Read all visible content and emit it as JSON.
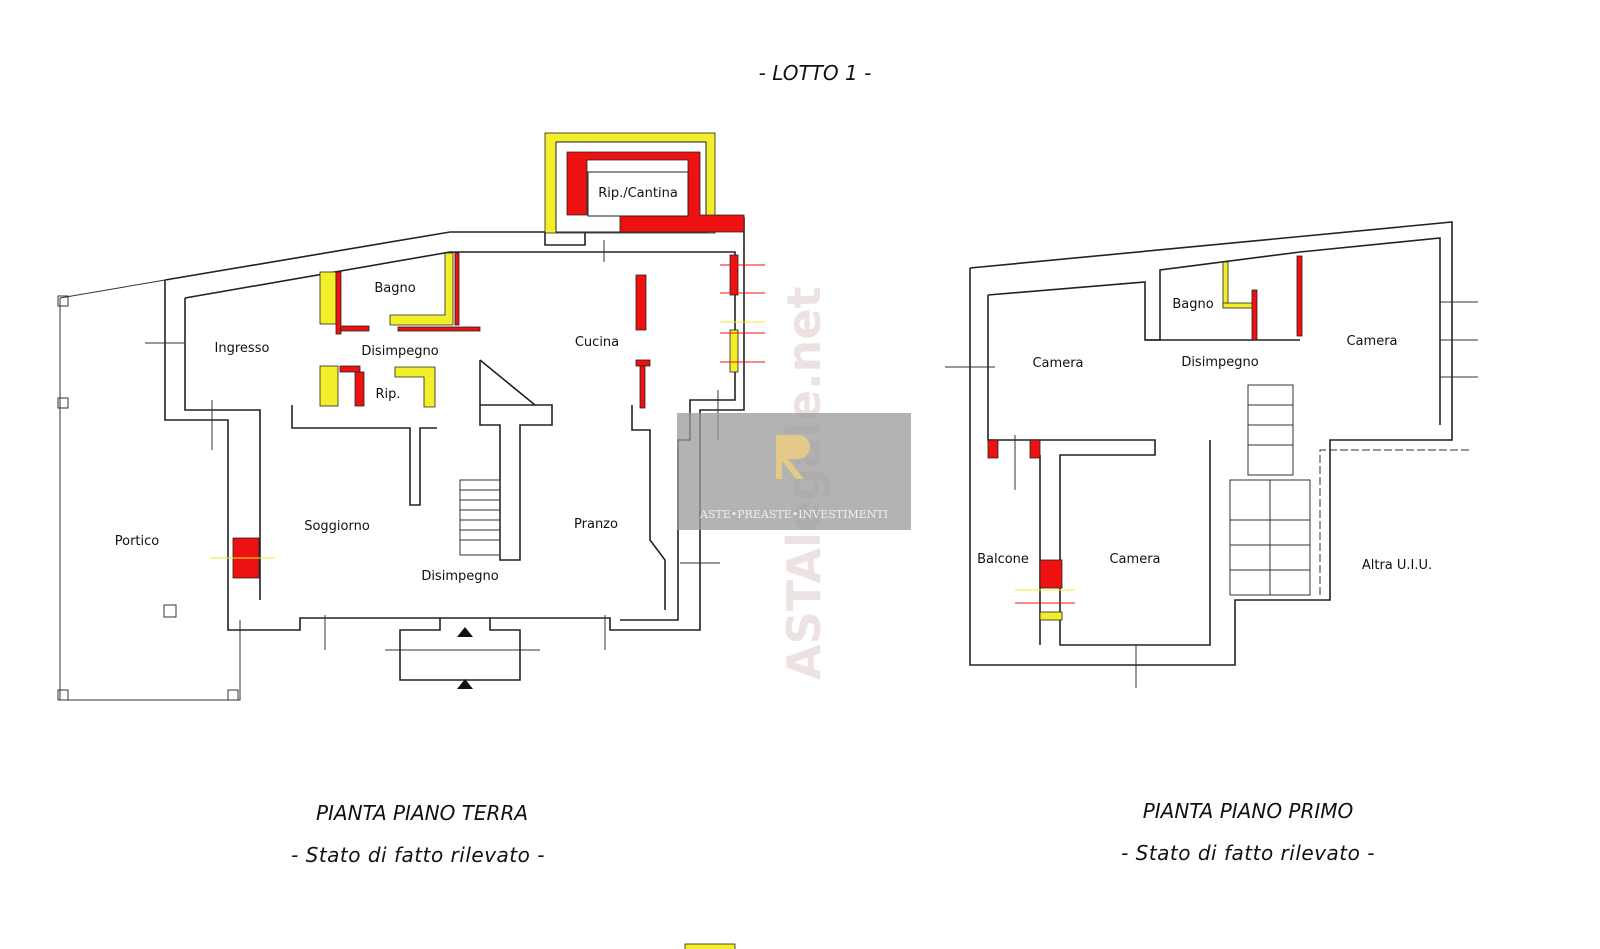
{
  "header": {
    "lot_title": "- LOTTO 1 -"
  },
  "ground_floor": {
    "title": "PIANTA PIANO TERRA",
    "subtitle": "- Stato di fatto rilevato -",
    "rooms": [
      "Rip./Cantina",
      "Bagno",
      "Ingresso",
      "Disimpegno",
      "Cucina",
      "Rip.",
      "Soggiorno",
      "Pranzo",
      "Portico",
      "Disimpegno"
    ]
  },
  "first_floor": {
    "title": "PIANTA PIANO PRIMO",
    "subtitle": "- Stato di fatto rilevato -",
    "rooms": [
      "Bagno",
      "Camera",
      "Disimpegno",
      "Camera",
      "Balcone",
      "Camera",
      "Altra U.I.U."
    ]
  },
  "watermark": {
    "brand": "ASTE•PREASTE•INVESTIMENTI",
    "site": "ASTAlegale.net"
  },
  "colors": {
    "demolition": "#ee1111",
    "construction": "#f3ee2a"
  }
}
